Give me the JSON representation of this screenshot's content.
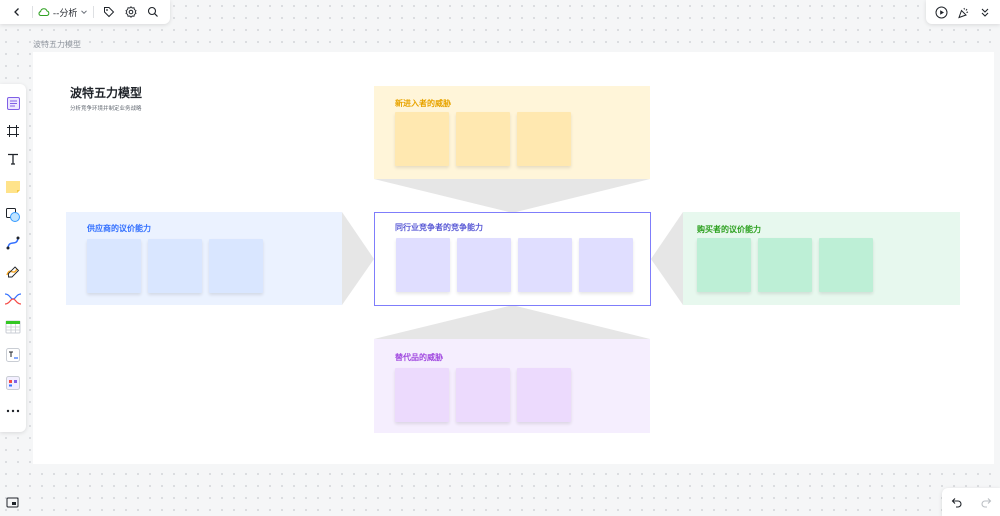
{
  "toolbar": {
    "doc_title": "--分析",
    "icons": [
      "back-chevron-icon",
      "cloud-sync-icon",
      "chevron-down-icon",
      "tag-icon",
      "settings-icon",
      "search-icon"
    ]
  },
  "top_right": {
    "icons": [
      "present-icon",
      "celebrate-icon",
      "collapse-chevrons-icon"
    ]
  },
  "toolbox": {
    "tools": [
      "template-icon",
      "frame-icon",
      "text-icon",
      "sticky-note-icon",
      "shape-icon",
      "connector-icon",
      "pen-icon",
      "mindmap-icon",
      "table-icon",
      "text-card-icon",
      "grid-card-icon",
      "more-icon"
    ]
  },
  "frame": {
    "label": "波特五力模型",
    "title": "波特五力模型",
    "subtitle": "分析竞争环境并制定业务战略"
  },
  "sections": {
    "new_entrants": {
      "title": "新进入者的威胁",
      "color": "#e8a400"
    },
    "substitutes": {
      "title": "替代品的威胁",
      "color": "#a24be0"
    },
    "suppliers": {
      "title": "供应商的议价能力",
      "color": "#3370ff"
    },
    "buyers": {
      "title": "购买者的议价能力",
      "color": "#2ea121"
    },
    "industry": {
      "title": "同行业竞争者的竞争能力",
      "color": "#5b5bd6"
    }
  },
  "bottom": {
    "icons": [
      "minimap-icon",
      "undo-icon",
      "redo-icon"
    ]
  }
}
